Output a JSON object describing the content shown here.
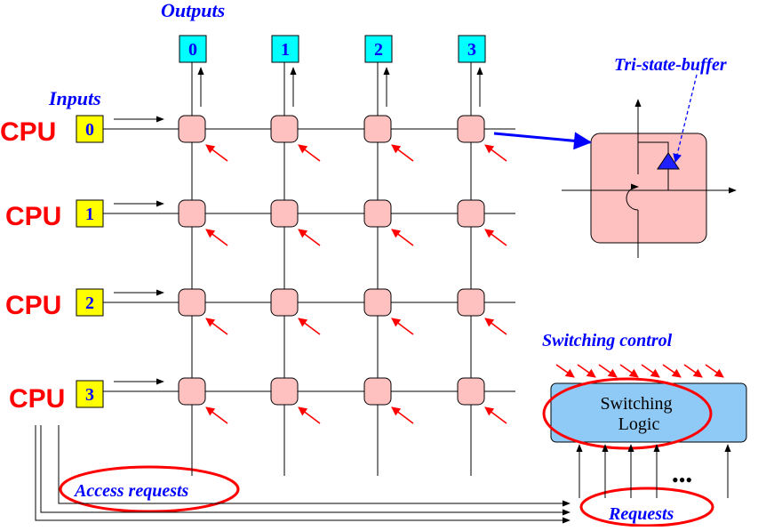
{
  "labels": {
    "outputs": "Outputs",
    "inputs": "Inputs",
    "tri_state_buffer": "Tri-state-buffer",
    "switching_control": "Switching control",
    "switching_logic_line1": "Switching",
    "switching_logic_line2": "Logic",
    "access_requests": "Access requests",
    "requests": "Requests",
    "ellipsis": "•••"
  },
  "cpu_label": "CPU",
  "inputs": [
    "0",
    "1",
    "2",
    "3"
  ],
  "outputs": [
    "0",
    "1",
    "2",
    "3"
  ],
  "colors": {
    "input_box": "#ffff00",
    "output_box": "#00ffff",
    "crosspoint": "#ffc0c0",
    "switching_logic": "#8fc9f5",
    "cpu_text": "#ff0000",
    "label_blue": "#0000ff",
    "request_arrow": "#ff0000"
  }
}
